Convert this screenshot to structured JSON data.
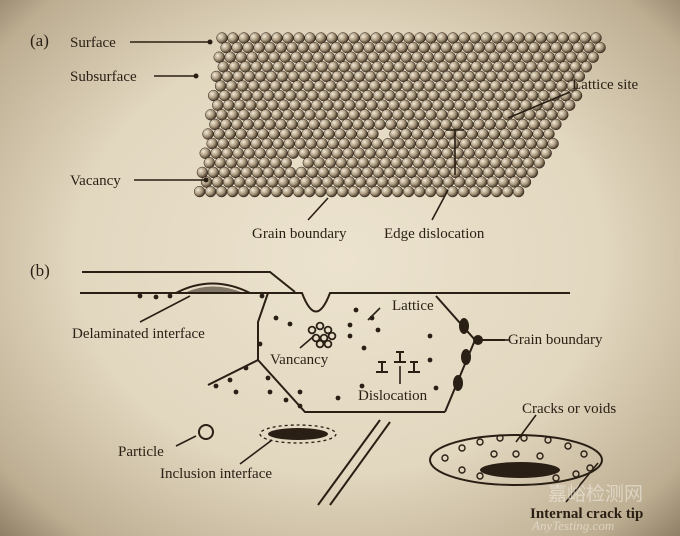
{
  "panel_a": {
    "tag": "(a)",
    "labels": {
      "surface": "Surface",
      "subsurface": "Subsurface",
      "lattice_site": "Lattice site",
      "vacancy": "Vacancy",
      "grain_boundary": "Grain boundary",
      "edge_dislocation": "Edge dislocation"
    }
  },
  "panel_b": {
    "tag": "(b)",
    "labels": {
      "delaminated_interface": "Delaminated interface",
      "lattice": "Lattice",
      "grain_boundary": "Grain boundary",
      "vacancy": "Vancancy",
      "dislocation": "Dislocation",
      "particle": "Particle",
      "inclusion_interface": "Inclusion interface",
      "cracks_or_voids": "Cracks or voids",
      "internal_crack_tip": "Internal crack tip"
    }
  },
  "watermark": {
    "text_cn": "嘉峪检测网",
    "text_en": "AnyTesting.com"
  }
}
